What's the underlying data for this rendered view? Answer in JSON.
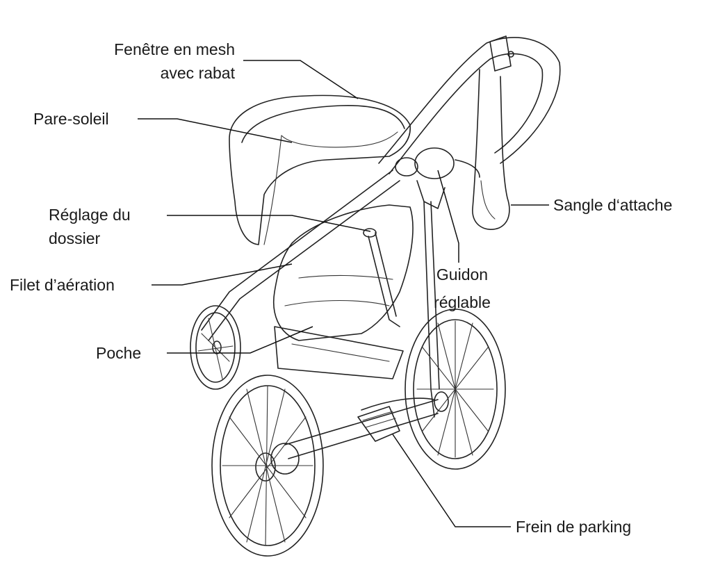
{
  "labels": {
    "mesh_window_line1": "Fenêtre en mesh",
    "mesh_window_line2": "avec rabat",
    "sun_canopy": "Pare-soleil",
    "backrest_line1": "Réglage du",
    "backrest_line2": "dossier",
    "ventilation_net": "Filet d’aération",
    "pocket": "Poche",
    "wrist_strap": "Sangle d‘attache",
    "handlebar_line1": "Guidon",
    "handlebar_line2": "réglable",
    "parking_brake": "Frein de parking"
  }
}
